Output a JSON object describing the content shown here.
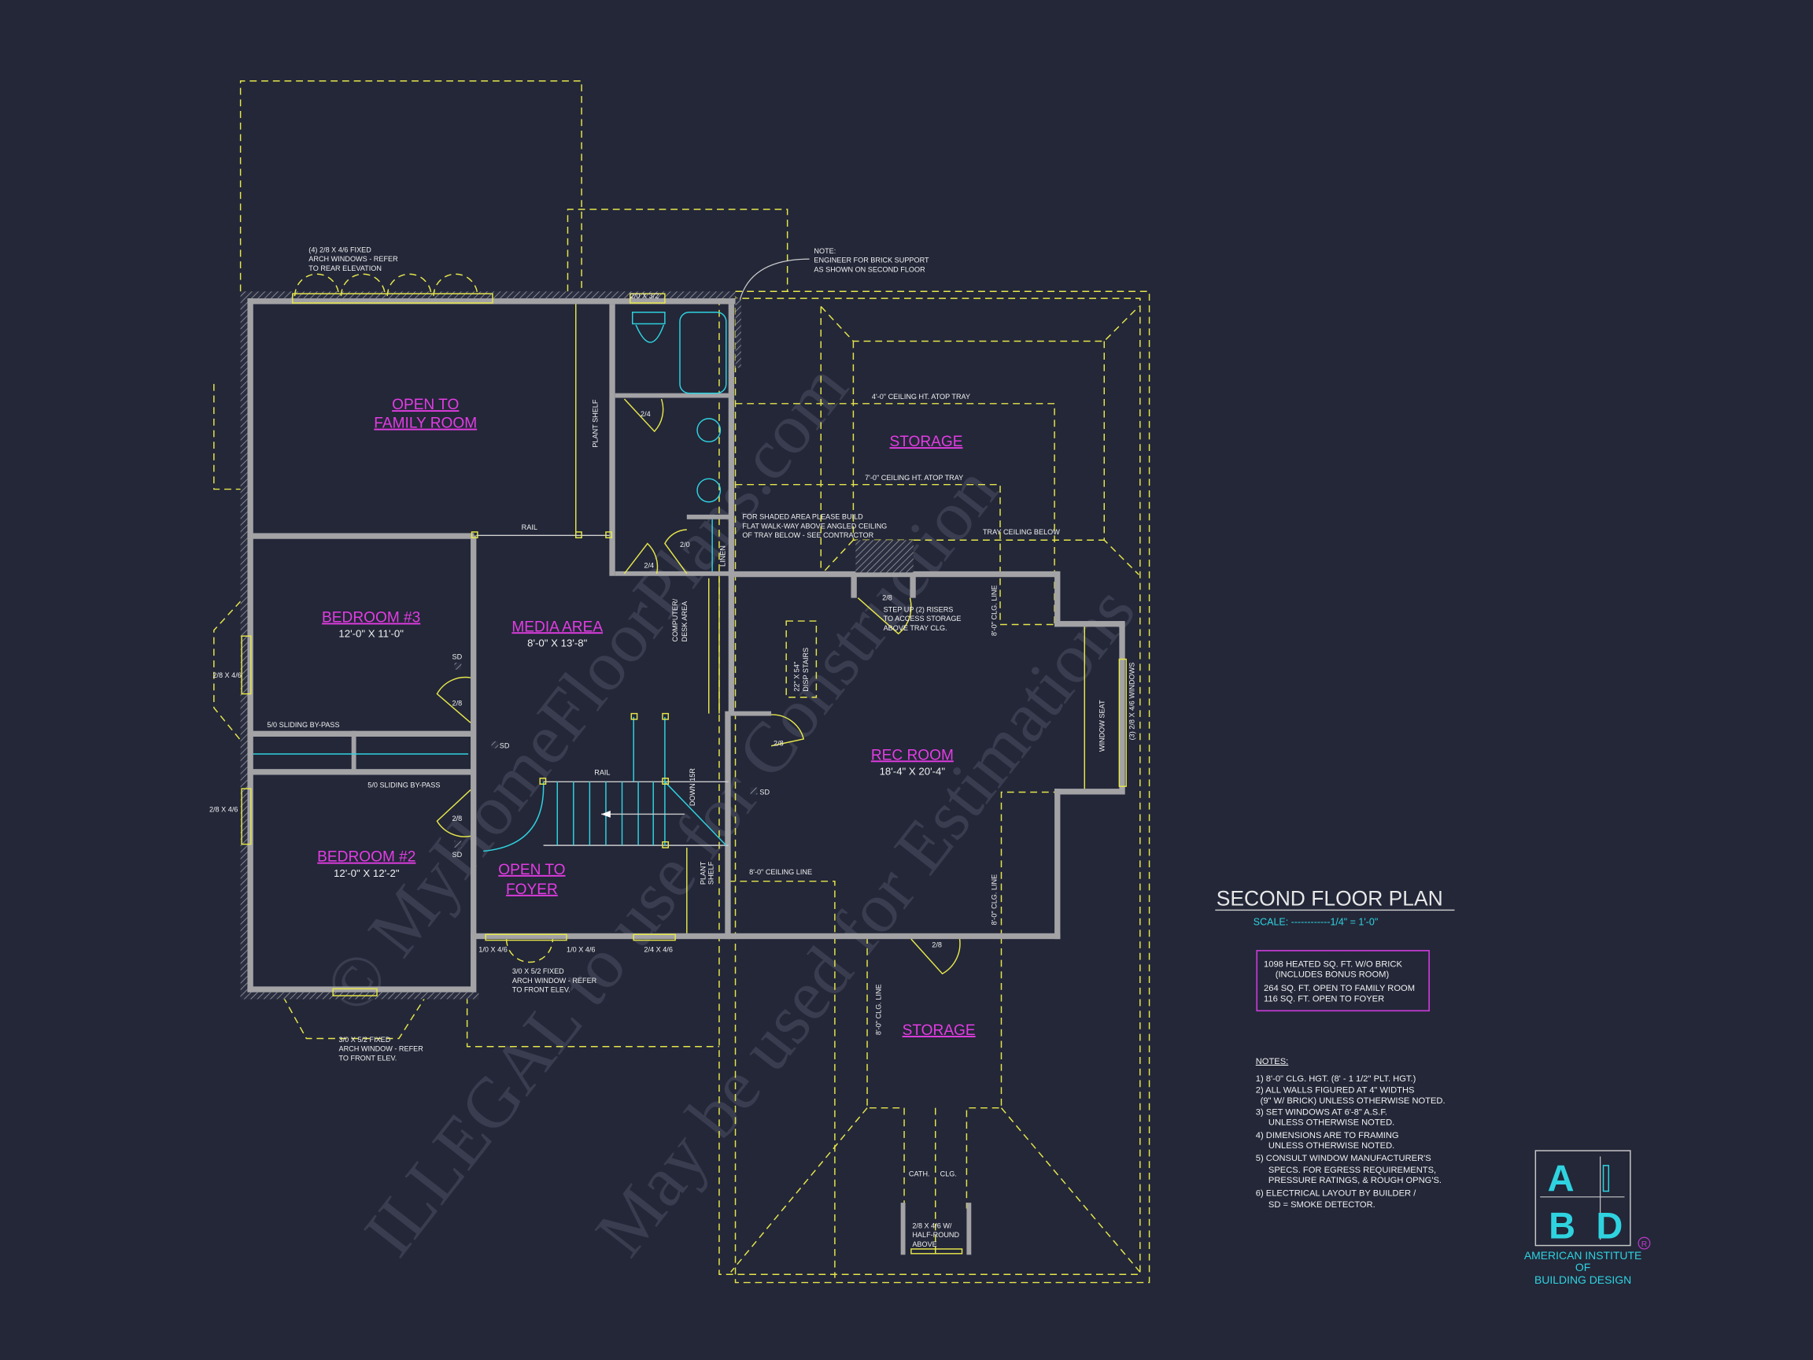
{
  "plan": {
    "title": "SECOND FLOOR PLAN",
    "scale": "SCALE: ------------1/4\" = 1'-0\"",
    "colors": {
      "background": "#232738",
      "walls": "#a3a3a6",
      "dashed": "#e6e64a",
      "rooms": "#e33ce3",
      "fixtures": "#2fd3e0"
    }
  },
  "rooms": {
    "family": {
      "line1": "OPEN TO",
      "line2": "FAMILY ROOM"
    },
    "bedroom3": {
      "name": "BEDROOM #3",
      "size": "12'-0\" X 11'-0\""
    },
    "media": {
      "name": "MEDIA AREA",
      "size": "8'-0\" X 13'-8\""
    },
    "bedroom2": {
      "name": "BEDROOM #2",
      "size": "12'-0\" X 12'-2\""
    },
    "foyer": {
      "line1": "OPEN TO",
      "line2": "FOYER"
    },
    "rec": {
      "name": "REC ROOM",
      "size": "18'-4\" X 20'-4\""
    },
    "storage_upper": "STORAGE",
    "storage_lower": "STORAGE"
  },
  "labels": {
    "rear_windows": [
      "(4) 2/8 X 4/6 FIXED",
      "ARCH WINDOWS - REFER",
      "TO REAR ELEVATION"
    ],
    "bath_window": "2/0 X 3/2",
    "note_brick": [
      "NOTE:",
      "ENGINEER FOR BRICK SUPPORT",
      "AS SHOWN ON SECOND FLOOR"
    ],
    "ceiling_4": "4'-0\" CEILING HT. ATOP TRAY",
    "ceiling_7": "7'-0\" CEILING HT. ATOP TRAY",
    "shaded_note": [
      "FOR SHADED AREA PLEASE BUILD",
      "FLAT WALK-WAY ABOVE ANGLED CEILING",
      "OF TRAY BELOW - SEE CONTRACTOR"
    ],
    "tray_below": "TRAY CEILING BELOW",
    "plant_shelf": "PLANT SHELF",
    "plant_shelf2": [
      "PLANT",
      "SHELF"
    ],
    "rail": "RAIL",
    "rail2": "RAIL",
    "linen": "LINEN",
    "door_24a": "2/4",
    "door_24b": "2/4",
    "door_20": "2/0",
    "door_28_bed3": "2/8",
    "door_28_bed2": "2/8",
    "door_28_step": "2/8",
    "door_28_rec": "2/8",
    "door_28_bottom": "2/8",
    "computer_desk": [
      "COMPUTER/",
      "DESK AREA"
    ],
    "step_up": [
      "STEP UP (2) RISERS",
      "TO ACCESS STORAGE",
      "ABOVE TRAY CLG."
    ],
    "clg_line_upper": "8'-0\" CLG. LINE",
    "clg_line_mid": "8'-0\" CLG. LINE",
    "clg_line_lower": "8'-0\" CLG. LINE",
    "disp_stairs": [
      "22\" X 54\"",
      "DISP STAIRS"
    ],
    "window_seat": "WINDOW SEAT",
    "rec_windows": "(3) 2/8 X 4/6 WINDOWS",
    "bed3_window": "2/8 X 4/6",
    "bed2_window": "2/8 X 4/6",
    "sliding1": "5/0 SLIDING BY-PASS",
    "sliding2": "5/0 SLIDING BY-PASS",
    "sd": "SD",
    "sd2": "SD",
    "sd3": "SD",
    "sd4": "SD",
    "down": "DOWN 15R",
    "ceiling_line": "8'-0\" CEILING LINE",
    "win_10a": "1/0 X 4/6",
    "win_10b": "1/0 X 4/6",
    "win_24": "2/4 X 4/6",
    "front_arch": [
      "3/0 X 5/2 FIXED",
      "ARCH WINDOW - REFER",
      "TO FRONT ELEV."
    ],
    "front_arch2": [
      "3/0 X 5/2 FIXED",
      "ARCH WINDOW - REFER",
      "TO FRONT ELEV."
    ],
    "cath": "CATH.",
    "clg": "CLG.",
    "half_round": [
      "2/8 X 4/6 W/",
      "HALF-ROUND",
      "ABOVE"
    ]
  },
  "area_box": [
    "1098 HEATED SQ. FT.  W/O BRICK",
    "(INCLUDES BONUS ROOM)",
    "264 SQ. FT. OPEN TO FAMILY ROOM",
    "116 SQ. FT. OPEN TO FOYER"
  ],
  "notes": {
    "heading": "NOTES:",
    "lines": [
      "1) 8'-0\"  CLG. HGT. (8' - 1 1/2\" PLT. HGT.)",
      "2) ALL  WALLS FIGURED AT 4\" WIDTHS",
      "(9\" W/ BRICK) UNLESS OTHERWISE NOTED.",
      "3) SET WINDOWS AT 6'-8\" A.S.F.",
      "UNLESS OTHERWISE NOTED.",
      "4) DIMENSIONS ARE TO FRAMING",
      "UNLESS OTHERWISE NOTED.",
      "5) CONSULT WINDOW MANUFACTURER'S",
      "SPECS. FOR EGRESS REQUIREMENTS,",
      "PRESSURE RATINGS, & ROUGH OPNG'S.",
      "6) ELECTRICAL LAYOUT BY BUILDER /",
      "SD = SMOKE DETECTOR."
    ]
  },
  "logo": {
    "letters": [
      "A",
      "I",
      "B",
      "D"
    ],
    "line1": "AMERICAN INSTITUTE",
    "line2": "OF",
    "line3": "BUILDING DESIGN",
    "registered": "R"
  },
  "watermark": [
    "© MyHomeFloorPlans.com",
    "ILLEGAL to use for Construction",
    "May be used for Estimations"
  ]
}
